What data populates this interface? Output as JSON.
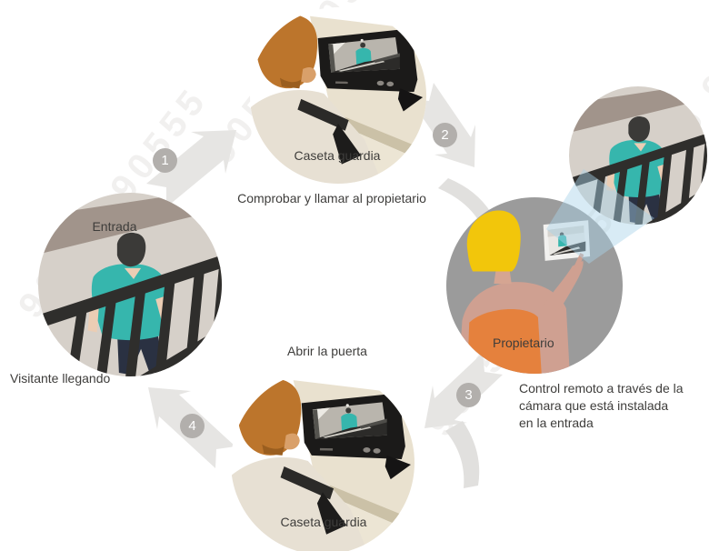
{
  "figure": {
    "title_hint": "Video door entry workflow diagram",
    "watermark_text": "90555  90555",
    "labels": {
      "entrance": "Entrada",
      "visitor_arriving": "Visitante llegando",
      "guard_booth_top": "Caseta guardia",
      "check_and_call": "Comprobar y llamar al propietario",
      "open_door": "Abrir la puerta",
      "guard_booth_bottom": "Caseta guardia",
      "owner": "Propietario",
      "remote_control_line1": "Control remoto a través de la",
      "remote_control_line2": "cámara que está instalada",
      "remote_control_line3": "en la entrada"
    },
    "steps": [
      {
        "number": "1"
      },
      {
        "number": "2"
      },
      {
        "number": "3"
      },
      {
        "number": "4"
      }
    ],
    "colors": {
      "arrow": "#e6e5e3",
      "arrow_crescent": "#e1e0de",
      "badge": "#b2afac",
      "badge_text": "#ffffff",
      "caption_text": "#3e3d3b",
      "beam_blue": "#a8d2e8",
      "teal_shirt": "#36b6ad",
      "orange_top": "#e5813d",
      "hair_yellow": "#f2c60b",
      "hair_brown": "#bc752c",
      "owner_circle_gray": "#9b9b9b",
      "wall_beige": "#d6d0c9",
      "band_taupe": "#a1948b",
      "desk_beige": "#e9e1cf",
      "railing_dark": "#2f2e2c"
    }
  }
}
